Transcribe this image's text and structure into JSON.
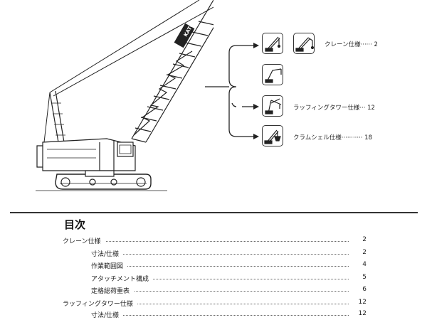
{
  "crane": {
    "brand": "KATO"
  },
  "menu": [
    {
      "label": "クレーン仕様······ 2",
      "icons": [
        "crawler-crane-icon",
        "crane-hook-icon",
        "tower-jib-icon"
      ]
    },
    {
      "label": "ラッフィングタワー仕様··· 12",
      "icons": [
        "luffing-tower-icon"
      ]
    },
    {
      "label": "クラムシェル仕様··········· 18",
      "icons": [
        "clamshell-icon"
      ]
    }
  ],
  "toc": {
    "title": "目次",
    "rows": [
      {
        "label": "クレーン仕様",
        "page": "2",
        "level": 0
      },
      {
        "label": "寸法/仕様",
        "page": "2",
        "level": 1
      },
      {
        "label": "作業範囲図",
        "page": "4",
        "level": 1
      },
      {
        "label": "アタッチメント構成",
        "page": "5",
        "level": 1
      },
      {
        "label": "定格総荷重表",
        "page": "6",
        "level": 1
      },
      {
        "label": "ラッフィングタワー仕様",
        "page": "12",
        "level": 0
      },
      {
        "label": "寸法/仕様",
        "page": "12",
        "level": 1
      }
    ]
  }
}
